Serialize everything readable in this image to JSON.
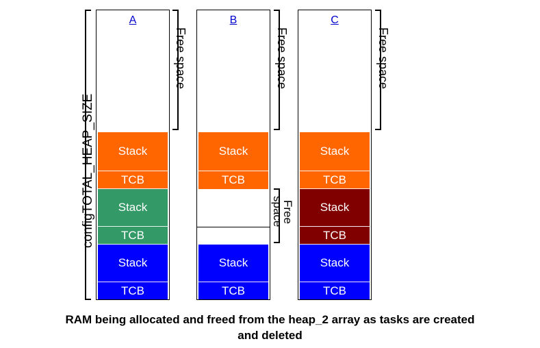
{
  "heap_label": "configTOTAL_HEAP_SIZE",
  "free_space_label": "Free space",
  "free_space_label_b_line1": "Free",
  "free_space_label_b_line2": "space",
  "columns": [
    {
      "label": "A"
    },
    {
      "label": "B"
    },
    {
      "label": "C"
    }
  ],
  "blocks": {
    "stack": "Stack",
    "tcb": "TCB"
  },
  "colors": {
    "orange": "#ff6600",
    "green": "#339966",
    "blue": "#0000ff",
    "maroon": "#800000"
  },
  "caption_line1": "RAM being allocated and freed from the heap_2 array as tasks are created",
  "caption_line2": "and deleted"
}
